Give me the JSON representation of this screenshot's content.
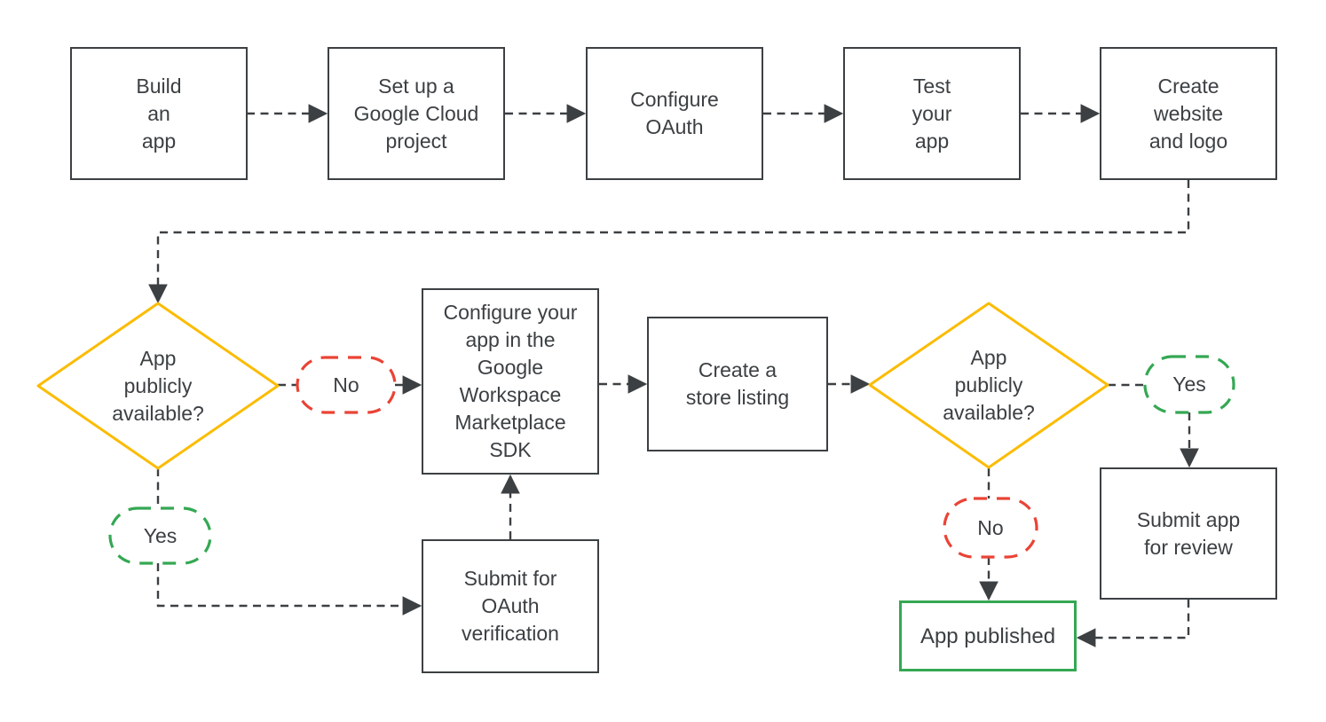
{
  "diagram": {
    "description": "Flowchart of publishing an app to the Google Workspace Marketplace"
  },
  "colors": {
    "line": "#3C4043",
    "text": "#3C4043",
    "box_border": "#3C4043",
    "decision_border": "#FBBC04",
    "yes_badge": "#34A853",
    "no_badge": "#EA4335",
    "published_border": "#34A853",
    "background": "#FFFFFF"
  },
  "nodes": {
    "build": {
      "label": "Build\nan\napp"
    },
    "setup": {
      "label": "Set up a\nGoogle Cloud\nproject"
    },
    "oauth": {
      "label": "Configure\nOAuth"
    },
    "test": {
      "label": "Test\nyour\napp"
    },
    "website": {
      "label": "Create\nwebsite\nand logo"
    },
    "decision1": {
      "label": "App\npublicly\navailable?"
    },
    "configure_sdk": {
      "label": "Configure your\napp in the\nGoogle\nWorkspace\nMarketplace\nSDK"
    },
    "store_listing": {
      "label": "Create a\nstore listing"
    },
    "decision2": {
      "label": "App\npublicly\navailable?"
    },
    "submit_oauth": {
      "label": "Submit for\nOAuth\nverification"
    },
    "submit_review": {
      "label": "Submit app\nfor review"
    },
    "published": {
      "label": "App published"
    },
    "no1": {
      "label": "No"
    },
    "yes1": {
      "label": "Yes"
    },
    "yes2": {
      "label": "Yes"
    },
    "no2": {
      "label": "No"
    }
  },
  "edges": [
    {
      "from": "Build an app",
      "to": "Set up a Google Cloud project"
    },
    {
      "from": "Set up a Google Cloud project",
      "to": "Configure OAuth"
    },
    {
      "from": "Configure OAuth",
      "to": "Test your app"
    },
    {
      "from": "Test your app",
      "to": "Create website and logo"
    },
    {
      "from": "Create website and logo",
      "to": "App publicly available? (left decision)"
    },
    {
      "from": "App publicly available? (left decision)",
      "to": "Configure your app in the Google Workspace Marketplace SDK",
      "label": "No"
    },
    {
      "from": "App publicly available? (left decision)",
      "to": "Submit for OAuth verification",
      "label": "Yes"
    },
    {
      "from": "Submit for OAuth verification",
      "to": "Configure your app in the Google Workspace Marketplace SDK"
    },
    {
      "from": "Configure your app in the Google Workspace Marketplace SDK",
      "to": "Create a store listing"
    },
    {
      "from": "Create a store listing",
      "to": "App publicly available? (right decision)"
    },
    {
      "from": "App publicly available? (right decision)",
      "to": "Submit app for review",
      "label": "Yes"
    },
    {
      "from": "App publicly available? (right decision)",
      "to": "App published",
      "label": "No"
    },
    {
      "from": "Submit app for review",
      "to": "App published"
    }
  ]
}
